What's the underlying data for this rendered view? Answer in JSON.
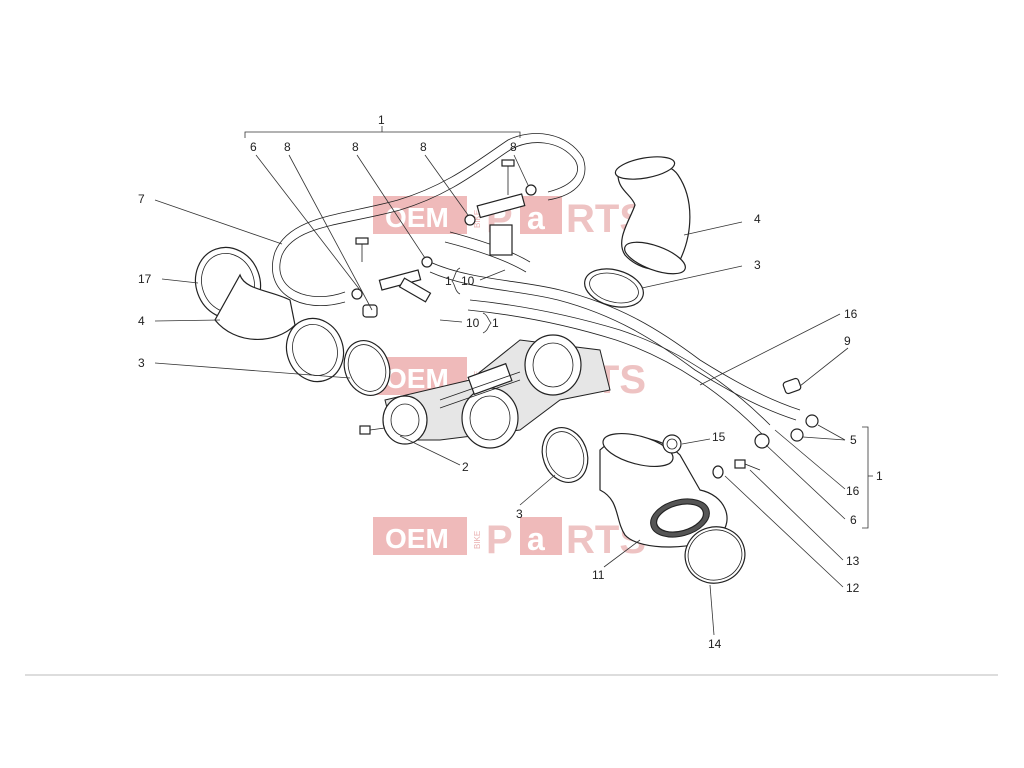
{
  "callouts": {
    "c1_top": "1",
    "c6_top": "6",
    "c8_a": "8",
    "c8_b": "8",
    "c8_c": "8",
    "c8_d": "8",
    "c7": "7",
    "c17": "17",
    "c4_left": "4",
    "c3_left": "3",
    "c1_mid": "1",
    "c10_a": "10",
    "c10_b": "10",
    "c1_mid2": "1",
    "c4_right": "4",
    "c3_right": "3",
    "c16_top": "16",
    "c9": "9",
    "c15": "15",
    "c5": "5",
    "c1_right": "1",
    "c16_bot": "16",
    "c6_bot": "6",
    "c2": "2",
    "c3_bot": "3",
    "c13": "13",
    "c12": "12",
    "c11": "11",
    "c14": "14"
  },
  "watermark": {
    "oem": "OEM",
    "bike": "BIKE",
    "p": "P",
    "a": "a",
    "rts": "RTS"
  },
  "colors": {
    "watermark_red": "#e49c9c",
    "line": "#222222"
  }
}
